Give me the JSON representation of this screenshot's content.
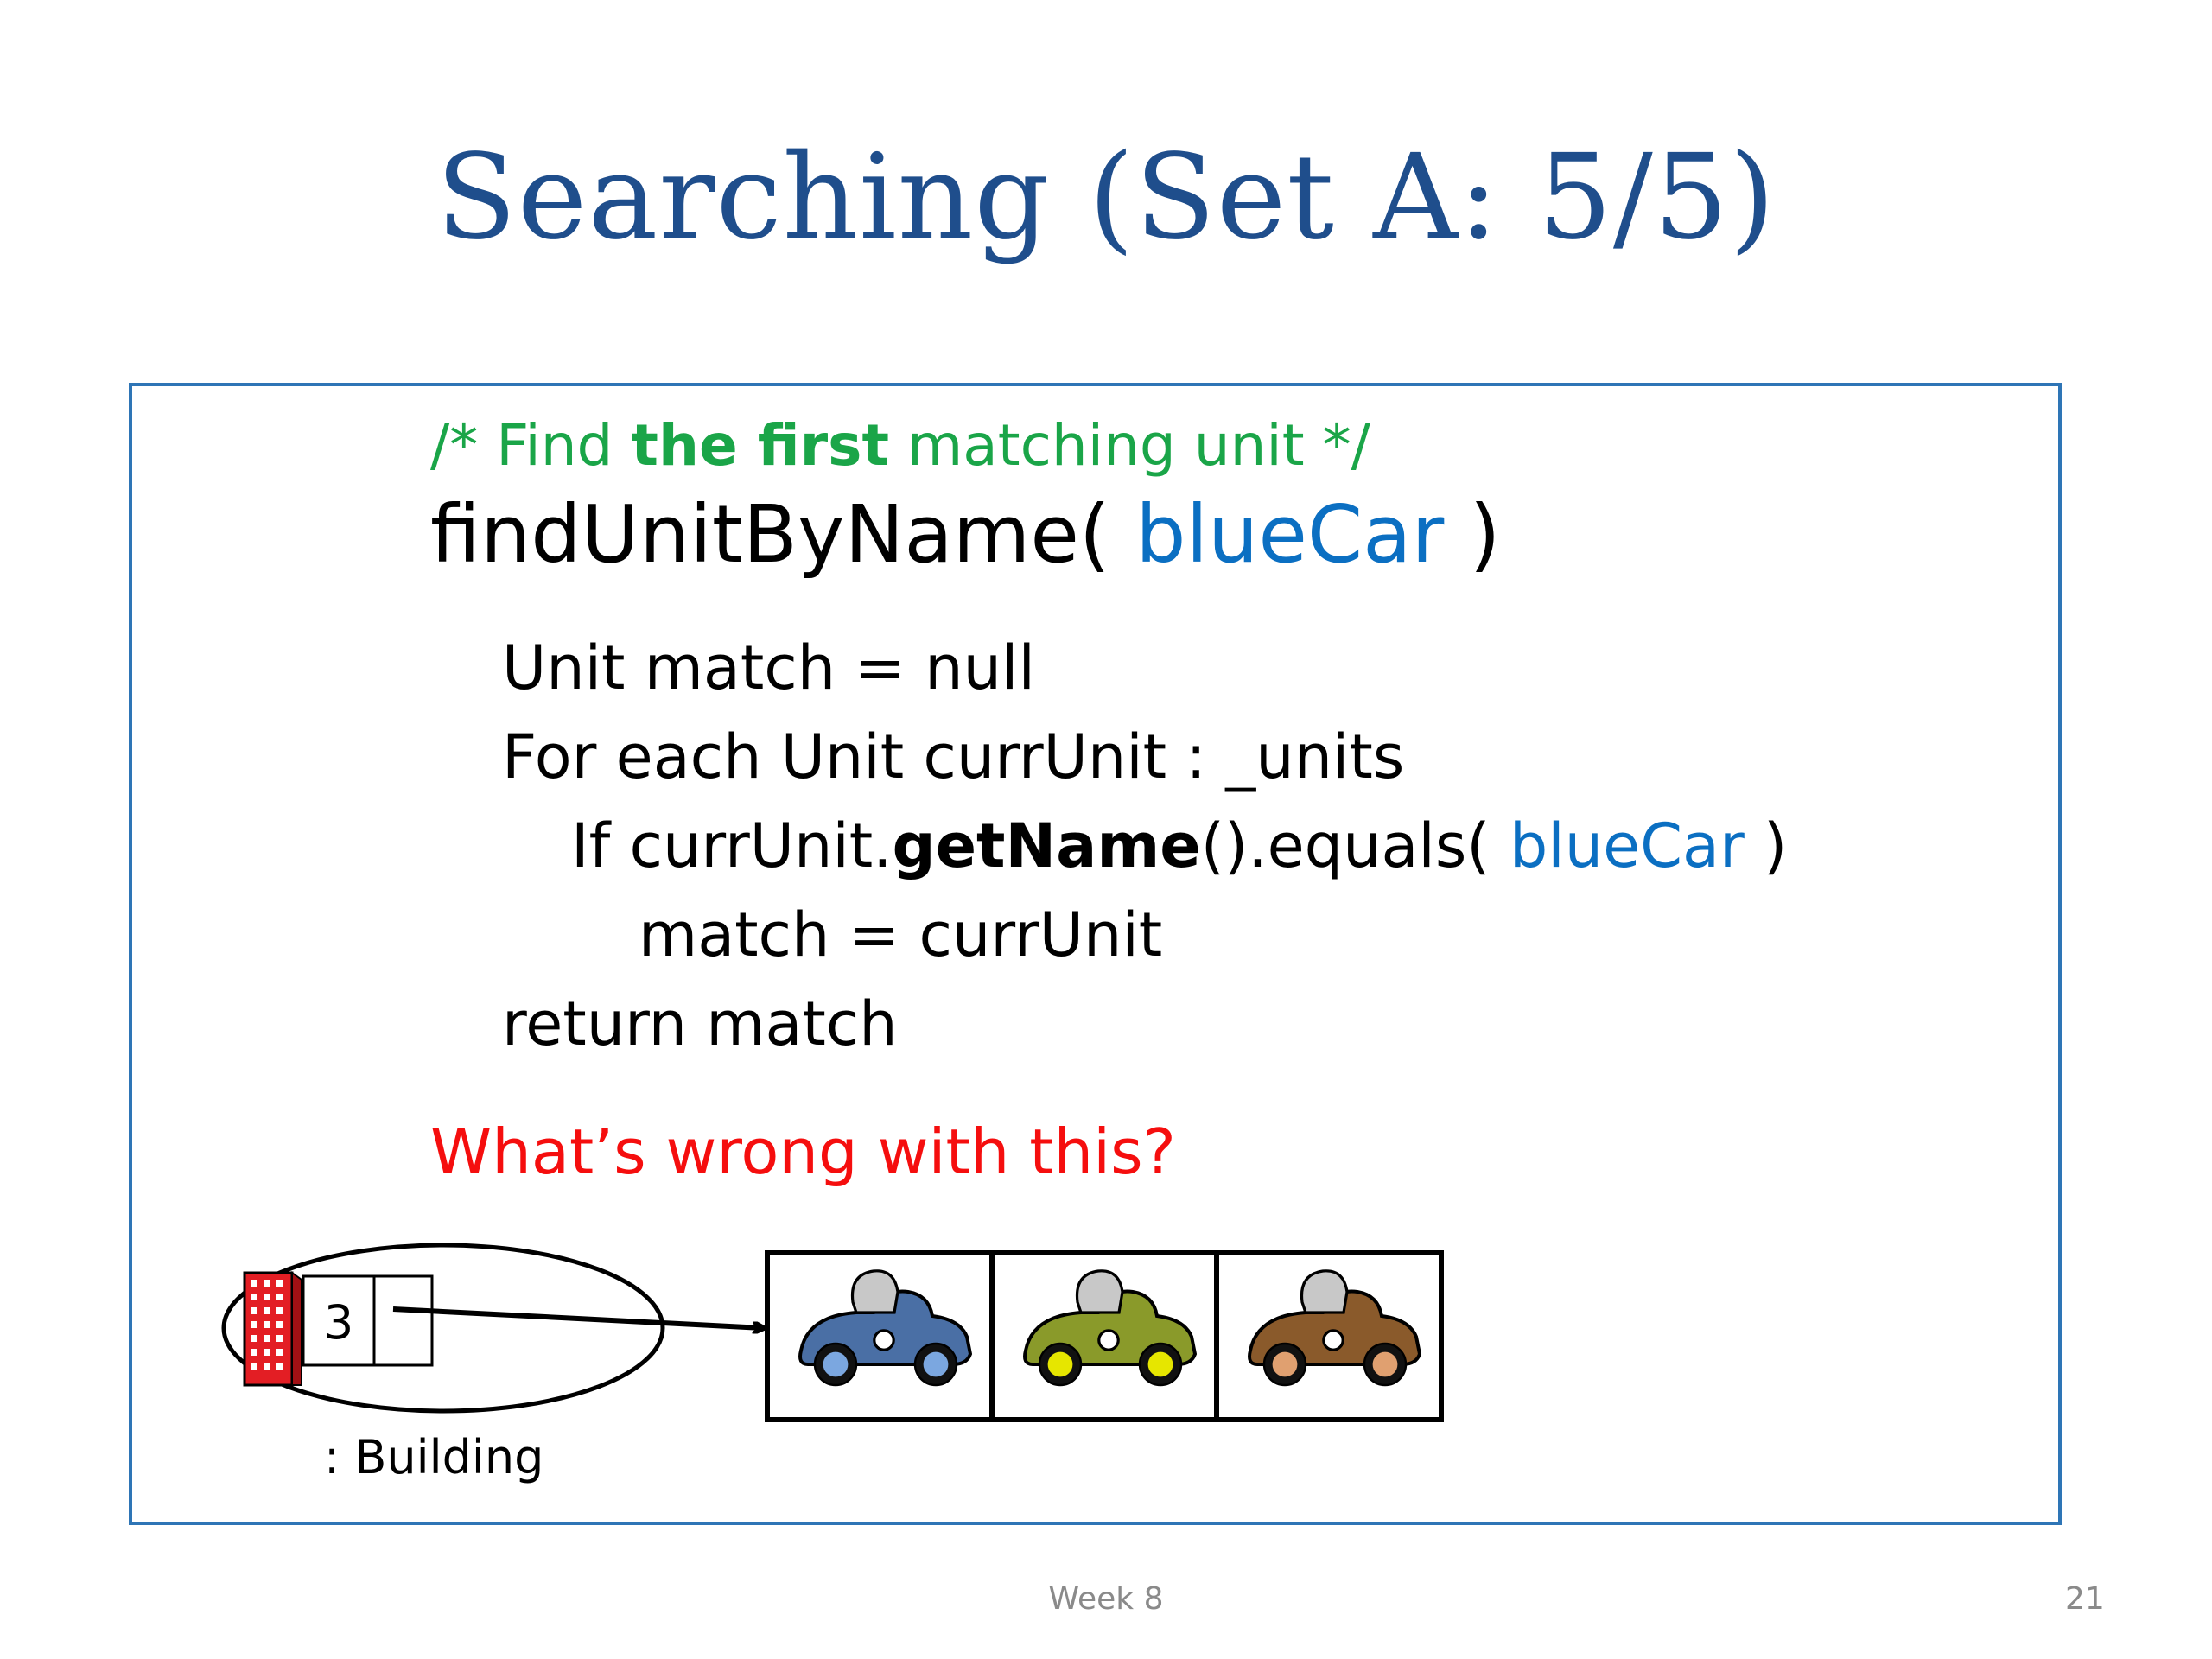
{
  "slide": {
    "title": "Searching (Set A: 5/5)"
  },
  "code": {
    "comment_prefix": "/* Find ",
    "comment_bold": "the first",
    "comment_suffix": " matching unit */",
    "signature_prefix": "findUnitByName( ",
    "signature_param": "blueCar",
    "signature_suffix": " )",
    "line1": "Unit match = null",
    "line2": "For each Unit currUnit : _units",
    "line3_prefix": "If currUnit.",
    "line3_bold": "getName",
    "line3_mid": "().equals( ",
    "line3_param": "blueCar",
    "line3_suffix": " )",
    "line4": "match = currUnit",
    "line5": "return match"
  },
  "question": "What’s wrong with this?",
  "diagram": {
    "count": "3",
    "building_label": ": Building",
    "cars": [
      {
        "name": "blue-car",
        "body_color": "#4a6fa5",
        "wheel_color": "#7ba7e0"
      },
      {
        "name": "green-car",
        "body_color": "#8a9a2a",
        "wheel_color": "#e6e600"
      },
      {
        "name": "brown-car",
        "body_color": "#8a5a2b",
        "wheel_color": "#e0a070"
      }
    ],
    "colors": {
      "building": "#e31e24",
      "arrow": "#000000"
    }
  },
  "footer": {
    "week": "Week 8",
    "page": "21"
  }
}
